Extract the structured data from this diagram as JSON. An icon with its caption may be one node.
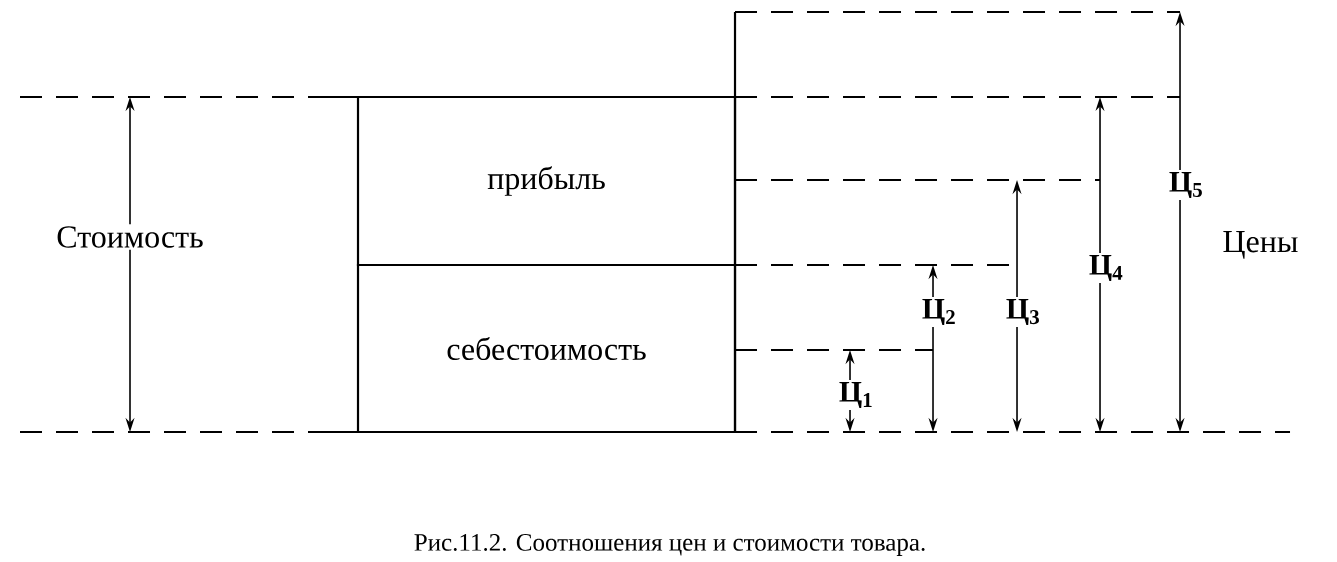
{
  "diagram": {
    "caption": "Рис.11.2. Соотношения цен и стоимости товара.",
    "nodes": [
      {
        "text": [
          "прибыль"
        ]
      },
      {
        "text": [
          "себестоимость"
        ]
      }
    ],
    "edges": [],
    "labels": [
      "Стоимость",
      "Ц$_{1}$",
      "Ц$_{2}$",
      "Ц$_{3}$",
      "Ц$_{4}$",
      "Ц$_{5}$",
      "Цены"
    ]
  }
}
